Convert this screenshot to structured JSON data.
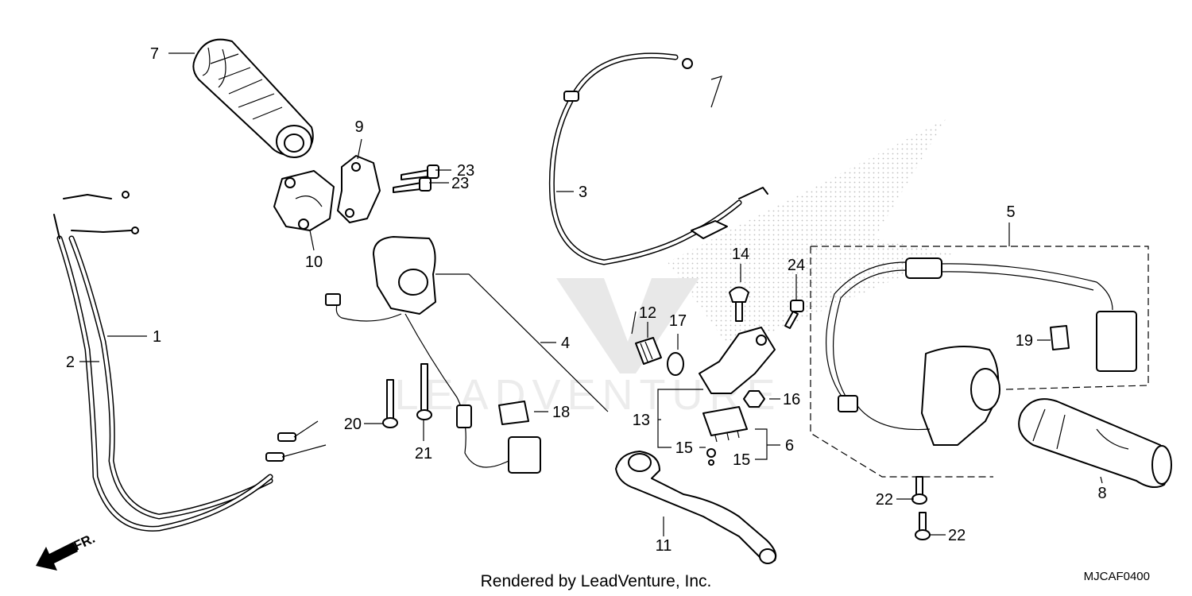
{
  "diagram": {
    "callouts": {
      "c1": "1",
      "c2": "2",
      "c3": "3",
      "c4": "4",
      "c5": "5",
      "c6": "6",
      "c7": "7",
      "c8": "8",
      "c9": "9",
      "c10": "10",
      "c11": "11",
      "c12": "12",
      "c13": "13",
      "c14": "14",
      "c15a": "15",
      "c15b": "15",
      "c16": "16",
      "c17": "17",
      "c18": "18",
      "c19": "19",
      "c20": "20",
      "c21": "21",
      "c22a": "22",
      "c22b": "22",
      "c23a": "23",
      "c23b": "23",
      "c24": "24"
    },
    "direction_label": "FR.",
    "diagram_code": "MJCAF0400",
    "footer_text": "Rendered by LeadVenture, Inc.",
    "watermark_text": "LEADVENTURE"
  }
}
